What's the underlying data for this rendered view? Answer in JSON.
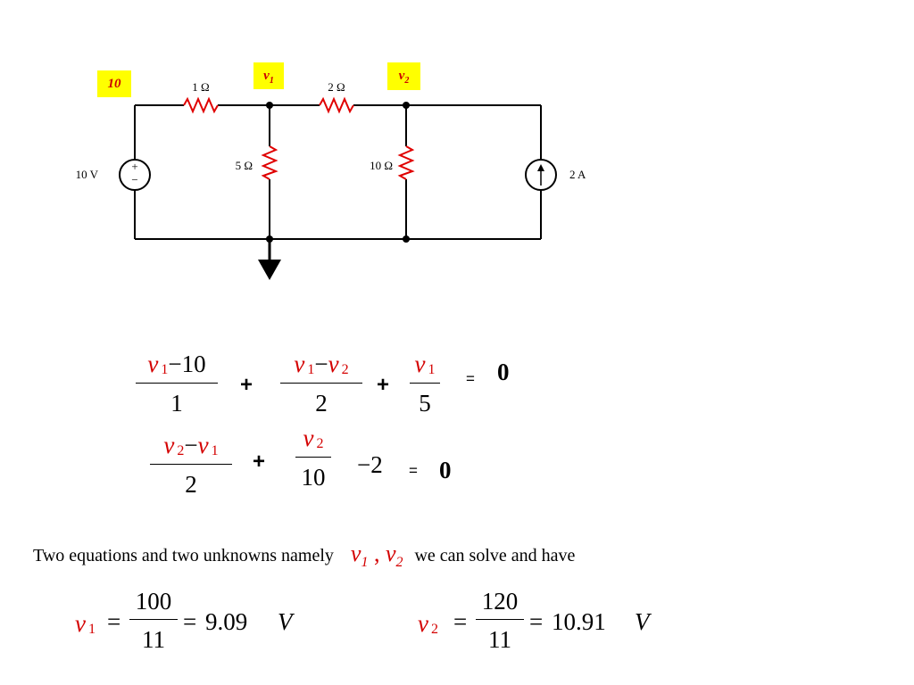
{
  "circuit": {
    "node_tags": {
      "source_node": "10",
      "v1": "v",
      "v1_sub": "1",
      "v2": "v",
      "v2_sub": "2"
    },
    "labels": {
      "r1": "1 Ω",
      "r2": "2 Ω",
      "r3": "5 Ω",
      "r4": "10 Ω",
      "vsource": "10 V",
      "isource": "2 A",
      "plus": "+",
      "minus": "−"
    }
  },
  "eq1": {
    "t1_num_var": "v",
    "t1_num_sub": "1",
    "t1_num_rest": "−10",
    "t1_den": "1",
    "plus1": "+",
    "t2_num_var_a": "v",
    "t2_num_sub_a": "1",
    "t2_num_minus": "−",
    "t2_num_var_b": "v",
    "t2_num_sub_b": "2",
    "t2_den": "2",
    "plus2": "+",
    "t3_num_var": "v",
    "t3_num_sub": "1",
    "t3_den": "5",
    "equals": "=",
    "rhs": "0"
  },
  "eq2": {
    "t1_num_var_a": "v",
    "t1_num_sub_a": "2",
    "t1_num_minus": "−",
    "t1_num_var_b": "v",
    "t1_num_sub_b": "1",
    "t1_den": "2",
    "plus": "+",
    "t2_num_var": "v",
    "t2_num_sub": "2",
    "t2_den": "10",
    "constant": "−2",
    "equals": "=",
    "rhs": "0"
  },
  "sentence": {
    "before": "Two equations  and two unknowns namely",
    "var1": "v",
    "var1_sub": "1",
    "sep": " , ",
    "var2": "v",
    "var2_sub": "2",
    "after": "we can solve and have"
  },
  "result1": {
    "var": "v",
    "sub": "1",
    "eq_a": "=",
    "num": "100",
    "den": "11",
    "eq_b": "=",
    "value": "9.09",
    "unit": "V"
  },
  "result2": {
    "var": "v",
    "sub": "2",
    "eq_a": "=",
    "num": "120",
    "den": "11",
    "eq_b": "=",
    "value": "10.91",
    "unit": "V"
  }
}
